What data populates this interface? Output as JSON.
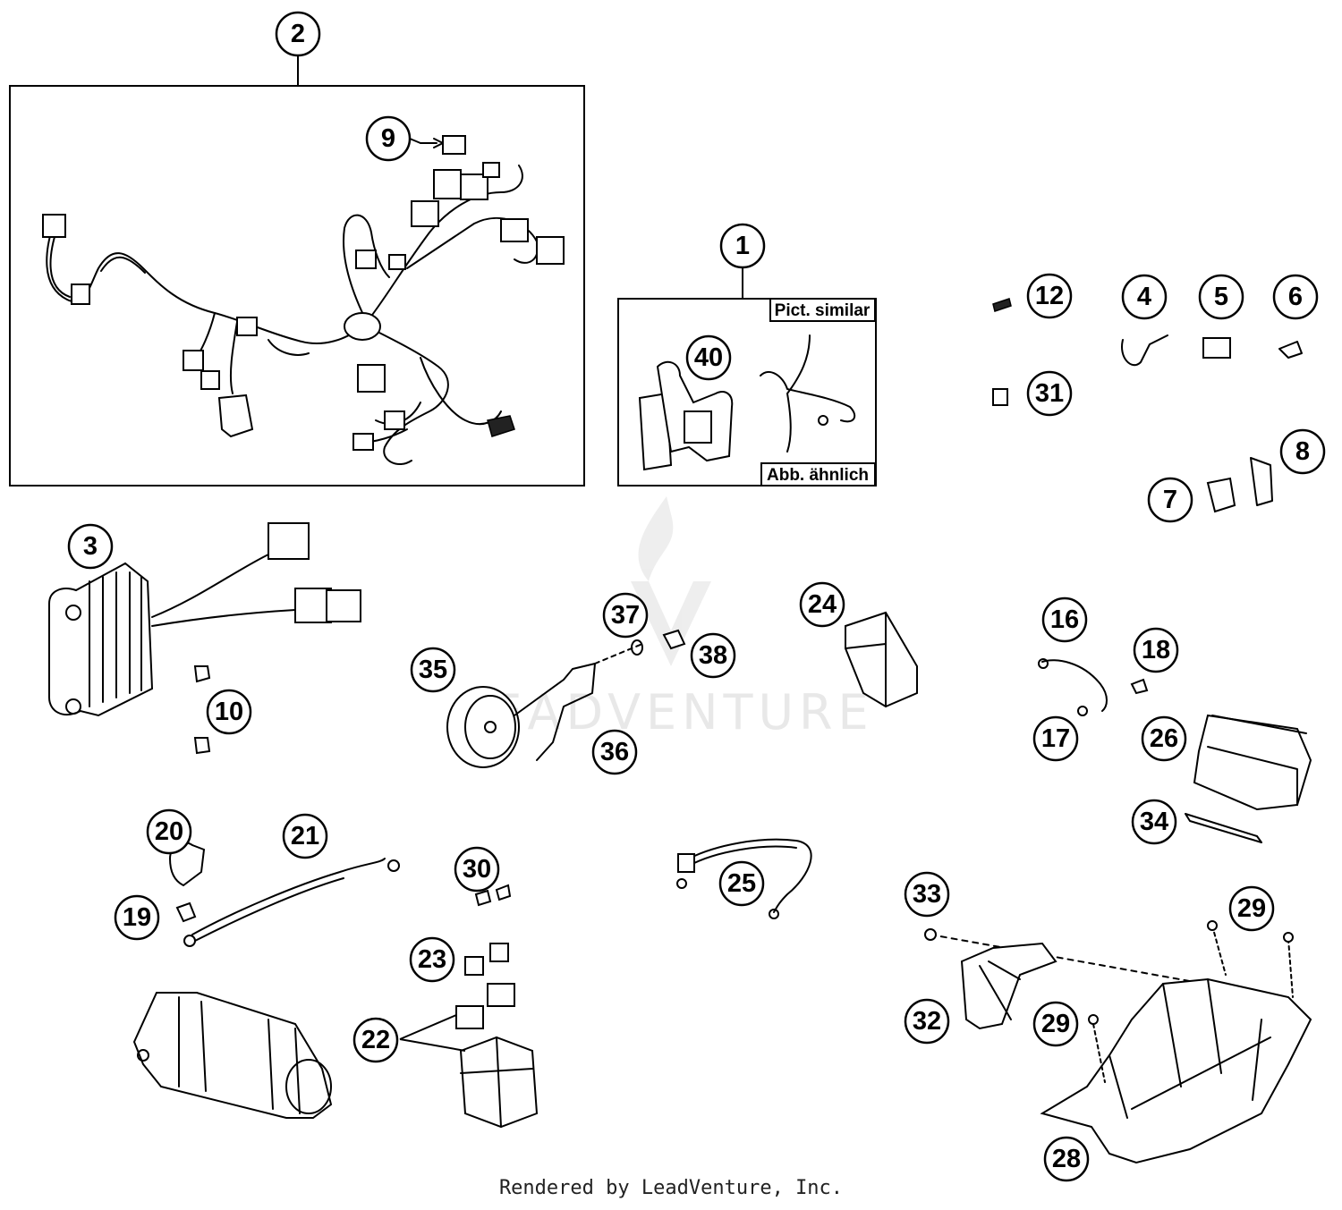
{
  "diagram": {
    "callouts": [
      "1",
      "2",
      "3",
      "4",
      "5",
      "6",
      "7",
      "8",
      "9",
      "10",
      "12",
      "16",
      "17",
      "18",
      "19",
      "20",
      "21",
      "22",
      "23",
      "24",
      "25",
      "26",
      "28",
      "29",
      "29",
      "30",
      "31",
      "32",
      "33",
      "34",
      "35",
      "36",
      "37",
      "38",
      "40"
    ],
    "subassembly_tags": {
      "top": "Pict. similar",
      "bottom": "Abb. ähnlich"
    },
    "watermark": "LEADVENTURE",
    "footer": "Rendered by LeadVenture, Inc."
  }
}
